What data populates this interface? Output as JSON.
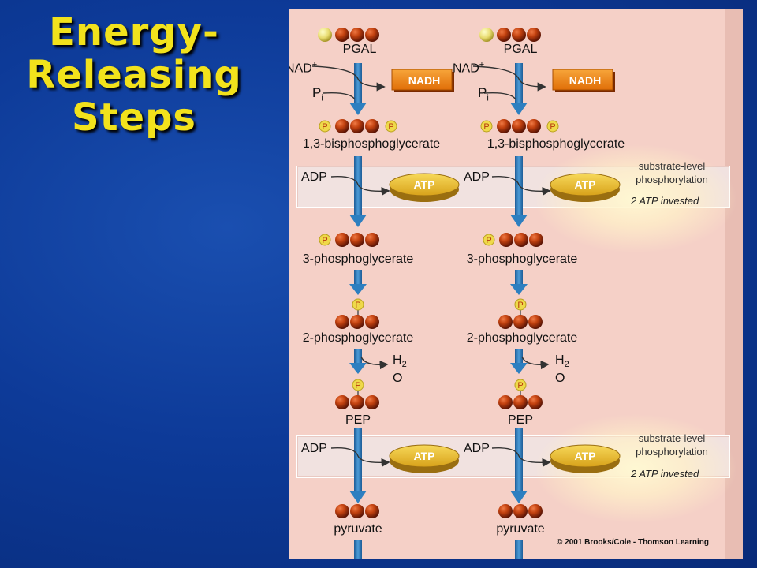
{
  "slide": {
    "title_lines": [
      "Energy-",
      "Releasing",
      "Steps"
    ]
  },
  "diagram": {
    "compounds": {
      "pgal": "PGAL",
      "bpg": "1,3-bisphosphoglycerate",
      "pg3": "3-phosphoglycerate",
      "pg2": "2-phosphoglycerate",
      "pep": "PEP",
      "pyruvate": "pyruvate"
    },
    "cofactors": {
      "nad": "NAD",
      "nad_charge": "+",
      "pi": "P",
      "pi_sub": "i",
      "nadh": "NADH",
      "adp": "ADP",
      "atp": "ATP",
      "h2o_h": "H",
      "h2o_2": "2",
      "h2o_o": "O",
      "phosphate": "P"
    },
    "notes": {
      "substrate_level_line1": "substrate-level",
      "substrate_level_line2": "phosphorylation",
      "atp_invested": "2 ATP invested"
    },
    "copyright": "© 2001 Brooks/Cole - Thomson Learning"
  },
  "colors": {
    "title": "#f2e21c",
    "panel": "#f5d0c7",
    "arrow": "#2d7fc0",
    "nadh_box": "#f08a17",
    "atp_disc": "#eec238",
    "carbon": "#b8380f",
    "phosphate": "#efd94a"
  }
}
